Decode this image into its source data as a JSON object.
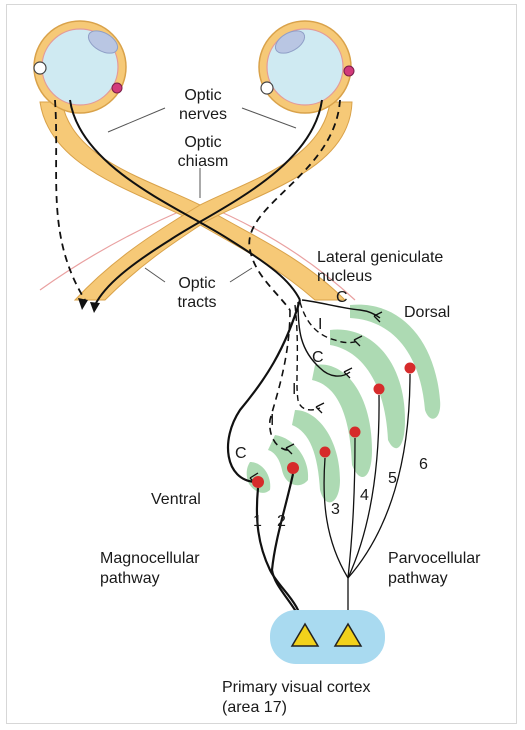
{
  "labels": {
    "optic_nerves_1": "Optic",
    "optic_nerves_2": "nerves",
    "optic_chiasm_1": "Optic",
    "optic_chiasm_2": "chiasm",
    "optic_tracts_1": "Optic",
    "optic_tracts_2": "tracts",
    "lgn_1": "Lateral geniculate",
    "lgn_2": "nucleus",
    "dorsal": "Dorsal",
    "ventral": "Ventral",
    "magno_1": "Magnocellular",
    "magno_2": "pathway",
    "parvo_1": "Parvocellular",
    "parvo_2": "pathway",
    "cortex_1": "Primary visual cortex",
    "cortex_2": "(area 17)"
  },
  "layer_numbers": [
    "1",
    "2",
    "3",
    "4",
    "5",
    "6"
  ],
  "input_marks": [
    "C",
    "I",
    "C",
    "I",
    "I",
    "C"
  ],
  "colors": {
    "nerve_fill": "#f6c977",
    "nerve_stroke": "#d9a24a",
    "eye_fill": "#cfeaf2",
    "lens_fill": "#b9c6e3",
    "lgn_fill": "#9fd3a6",
    "cortex_fill": "#a9daf0",
    "cell_body": "#d62b2b",
    "pyramid": "#f2d11b"
  }
}
